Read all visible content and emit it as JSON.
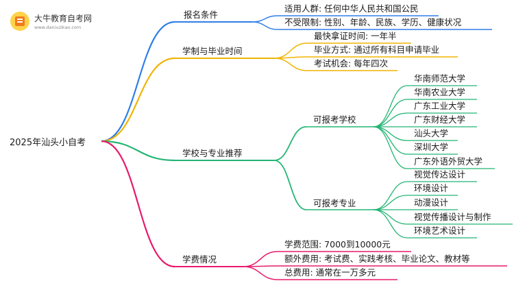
{
  "logo": {
    "name": "大牛教育自考网",
    "url": "www.daniuzikao.com"
  },
  "root": "2025年汕头小自考",
  "branches": [
    {
      "label": "报名条件",
      "color": "#2f7ee6",
      "children": [
        {
          "label": "适用人群: 任何中华人民共和国公民"
        },
        {
          "label": "不受限制: 性别、年龄、民族、学历、健康状况"
        }
      ]
    },
    {
      "label": "学制与毕业时间",
      "color": "#f0b400",
      "children": [
        {
          "label": "最快拿证时间: 一年半"
        },
        {
          "label": "毕业方式: 通过所有科目申请毕业"
        },
        {
          "label": "考试机会: 每年四次"
        }
      ]
    },
    {
      "label": "学校与专业推荐",
      "color": "#22b573",
      "children": [
        {
          "label": "可报考学校",
          "children": [
            {
              "label": "华南师范大学"
            },
            {
              "label": "华南农业大学"
            },
            {
              "label": "广东工业大学"
            },
            {
              "label": "广东财经大学"
            },
            {
              "label": "汕头大学"
            },
            {
              "label": "深圳大学"
            },
            {
              "label": "广东外语外贸大学"
            }
          ]
        },
        {
          "label": "可报考专业",
          "children": [
            {
              "label": "视觉传达设计"
            },
            {
              "label": "环境设计"
            },
            {
              "label": "动漫设计"
            },
            {
              "label": "视觉传播设计与制作"
            },
            {
              "label": "环境艺术设计"
            }
          ]
        }
      ]
    },
    {
      "label": "学费情况",
      "color": "#e8196b",
      "children": [
        {
          "label": "学费范围: 7000到10000元"
        },
        {
          "label": "额外费用: 考试费、实践考核、毕业论文、教材等"
        },
        {
          "label": "总费用: 通常在一万多元"
        }
      ]
    }
  ]
}
